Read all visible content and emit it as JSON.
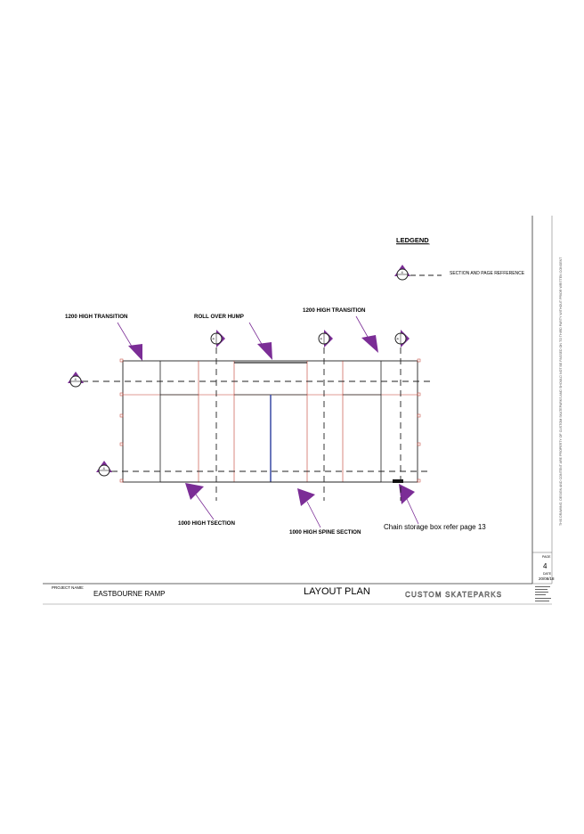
{
  "legend": {
    "title": "LEDGEND",
    "entry_label": "SECTION AND PAGE REFFERENCE",
    "symbol_number": "4"
  },
  "callouts": {
    "transition_left": "1200 HIGH TRANSITION",
    "roll_over_hump": "ROLL OVER HUMP",
    "transition_right": "1200 HIGH TRANSITION",
    "tsection": "1000 HIGH TSECTION",
    "spine_section": "1000 HIGH SPINE SECTION",
    "chain_storage": "Chain storage box refer page  13"
  },
  "section_markers": {
    "marker_1": "4",
    "marker_2": "4",
    "marker_3": "4",
    "marker_4": "4",
    "marker_5": "4"
  },
  "title_block": {
    "project_label": "PROJECT NAME:",
    "project_name": "EASTBOURNE RAMP",
    "drawing_title": "LAYOUT PLAN",
    "company_logo": "CUSTOM SKATEPARKS",
    "page_label": "PAGE",
    "page_number": "4",
    "date_label": "DATE",
    "date": "20/08/18"
  },
  "colors": {
    "accent_purple": "#7b2d96",
    "outline_red": "#c0392b",
    "line_dark": "#222222"
  }
}
